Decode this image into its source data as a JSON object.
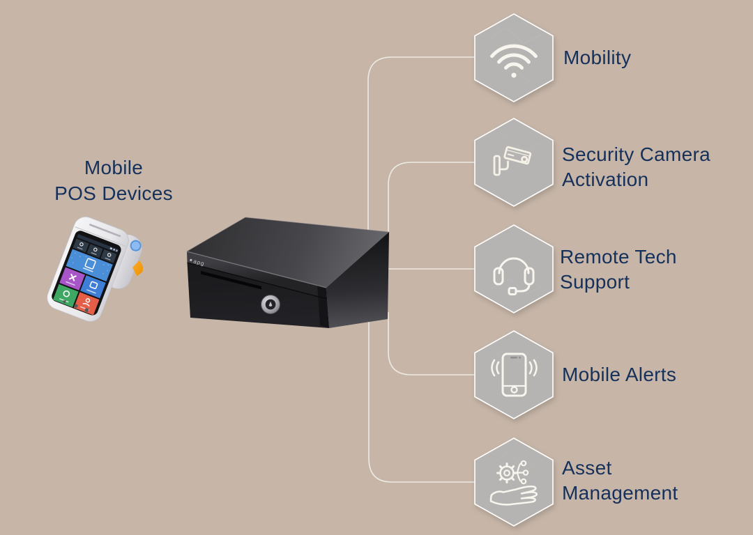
{
  "colors": {
    "background": "#c7b6a8",
    "label_text": "#15305a",
    "hexagon_fill": "#b5b4b2",
    "hexagon_border": "#ffffff",
    "connector_line": "#f1efe9",
    "icon_stroke": "#f8f5ee",
    "pointer_arrow": "#f59e18",
    "drawer_body": "#1d1d20"
  },
  "pos_device": {
    "label": "Mobile\nPOS Devices"
  },
  "cash_drawer": {
    "brand": "apg"
  },
  "features": [
    {
      "icon": "wifi-icon",
      "label": "Mobility"
    },
    {
      "icon": "security-camera-icon",
      "label": "Security Camera\nActivation"
    },
    {
      "icon": "headset-icon",
      "label": "Remote Tech\nSupport"
    },
    {
      "icon": "smartphone-icon",
      "label": "Mobile Alerts"
    },
    {
      "icon": "hand-gear-icon",
      "label": "Asset\nManagement"
    }
  ]
}
